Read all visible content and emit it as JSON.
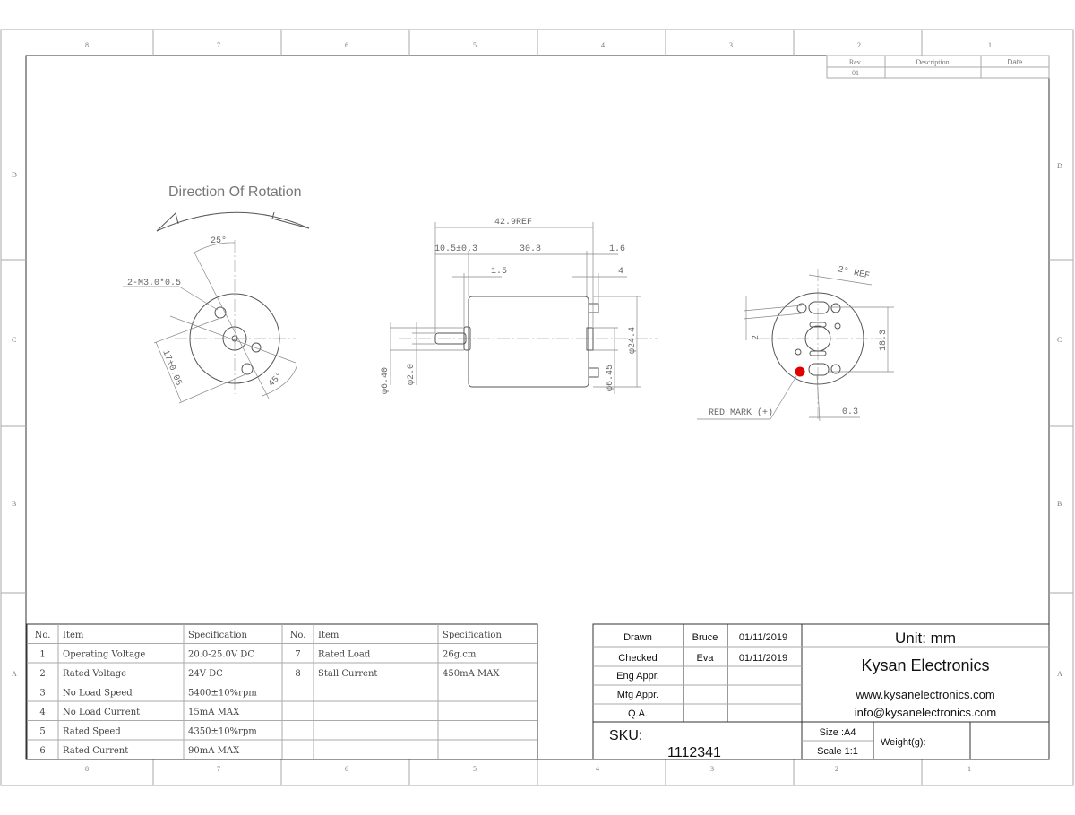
{
  "zones": {
    "cols": [
      "8",
      "7",
      "6",
      "5",
      "4",
      "3",
      "2",
      "1"
    ],
    "rows": [
      "D",
      "C",
      "B",
      "A"
    ]
  },
  "revision_table": {
    "headers": [
      "Rev.",
      "Description",
      "Date"
    ],
    "rows": [
      [
        "01",
        "",
        ""
      ]
    ]
  },
  "drawing": {
    "rotation_title": "Direction Of Rotation",
    "front_view": {
      "angle_top": "25°",
      "hole_callout": "2-M3.0*0.5",
      "pcd": "17±0.05",
      "angle_bottom": "45°"
    },
    "side_view": {
      "overall": "42.9REF",
      "shaft_length": "10.5±0.3",
      "body_length": "30.8",
      "terminal_offset": "1.6",
      "bushing": "1.5",
      "terminal_length": "4",
      "shaft_bushing_dia": "φ6.40",
      "shaft_dia": "φ2.0",
      "body_dia": "φ24.4",
      "rear_bushing_dia": "φ6.45"
    },
    "rear_view": {
      "angle": "2°  REF",
      "offset": "2",
      "terminal_span": "18.3",
      "red_mark": "RED MARK (+)",
      "terminal_width": "0.3"
    },
    "red_mark_color": "#e00000"
  },
  "spec_table": {
    "headers": [
      "No.",
      "Item",
      "Specification",
      "No.",
      "Item",
      "Specification"
    ],
    "rows": [
      [
        "1",
        "Operating Voltage",
        "20.0-25.0V DC",
        "7",
        "Rated Load",
        "26g.cm"
      ],
      [
        "2",
        "Rated Voltage",
        "24V DC",
        "8",
        "Stall Current",
        "450mA MAX"
      ],
      [
        "3",
        "No Load Speed",
        "5400±10%rpm",
        "",
        "",
        ""
      ],
      [
        "4",
        "No Load Current",
        "15mA MAX",
        "",
        "",
        ""
      ],
      [
        "5",
        "Rated Speed",
        "4350±10%rpm",
        "",
        "",
        ""
      ],
      [
        "6",
        "Rated Current",
        "90mA MAX",
        "",
        "",
        ""
      ]
    ]
  },
  "title_block": {
    "approvals": [
      {
        "role": "Drawn",
        "name": "Bruce",
        "date": "01/11/2019"
      },
      {
        "role": "Checked",
        "name": "Eva",
        "date": "01/11/2019"
      },
      {
        "role": "Eng Appr.",
        "name": "",
        "date": ""
      },
      {
        "role": "Mfg Appr.",
        "name": "",
        "date": ""
      },
      {
        "role": "Q.A.",
        "name": "",
        "date": ""
      }
    ],
    "unit": "Unit: mm",
    "company": "Kysan Electronics",
    "website": "www.kysanelectronics.com",
    "email": "info@kysanelectronics.com",
    "sku_label": "SKU:",
    "sku": "1112341",
    "size": "Size :A4",
    "scale": "Scale 1:1",
    "weight_label": "Weight(g):",
    "weight": ""
  }
}
